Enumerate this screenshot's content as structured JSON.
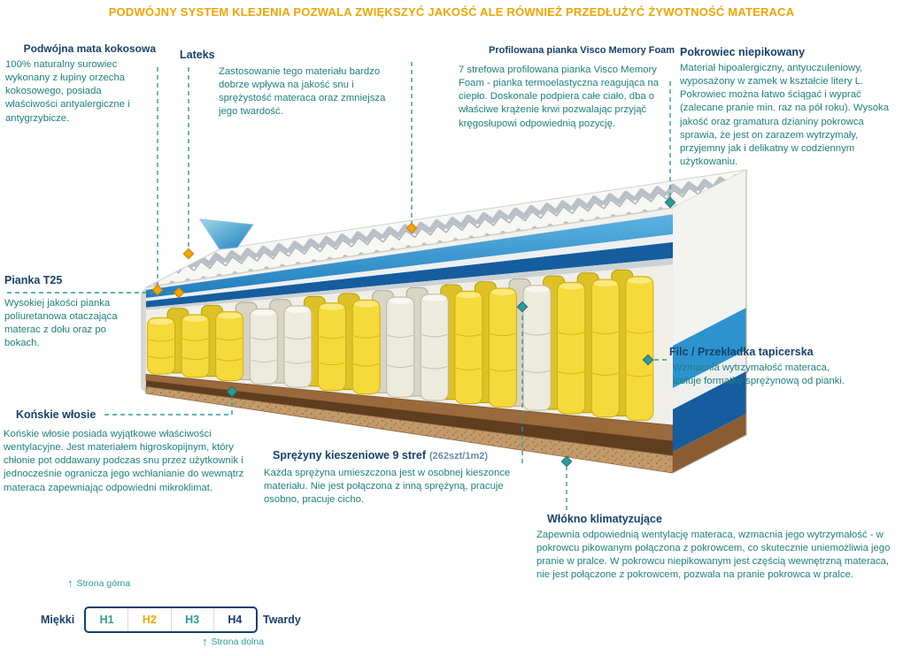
{
  "banner": {
    "text": "PODWÓJNY SYSTEM KLEJENIA POZWALA ZWIĘKSZYĆ JAKOŚĆ ALE RÓWNIEŻ PRZEDŁUŻYĆ ŻYWOTNOŚĆ MATERACA"
  },
  "labels": {
    "coconut": {
      "title": "Podwójna mata kokosowa",
      "description": "100% naturalny surowiec wykonany z łupiny orzecha kokosowego, posiada właściwości antyalergiczne i antygrzybicze."
    },
    "latex": {
      "title": "Lateks",
      "description": "Zastosowanie tego materiału bardzo dobrze wpływa na jakość snu i sprężystość materaca oraz zmniejsza jego twardość."
    },
    "visco": {
      "title": "Profilowana pianka Visco Memory Foam",
      "description": "7 strefowa profilowana pianka Visco Memory Foam - pianka termoelastyczna reagująca na ciepło. Doskonale podpiera całe ciało, dba o właściwe krążenie krwi pozwalając przyjąć kręgosłupowi odpowiednią pozycję."
    },
    "cover": {
      "title": "Pokrowiec niepikowany",
      "description": "Materiał hipoalergiczny, antyuczuleniowy, wyposażony w zamek w kształcie litery L. Pokrowiec można łatwo ściągać i wyprać (zalecane pranie min. raz na pół roku). Wysoka jakość oraz gramatura dzianiny pokrowca sprawia, że jest on zarazem wytrzymały, przyjemny jak i delikatny w codziennym użytkowaniu."
    },
    "foam_t25": {
      "title": "Pianka T25",
      "description": "Wysokiej jakości pianka poliuretanowa otaczająca materac z dołu oraz po bokach."
    },
    "horsehair": {
      "title": "Końskie włosie",
      "description": "Końskie włosie posiada wyjątkowe właściwości wentylacyjne. Jest materiałem higroskopijnym, który chłonie pot oddawany podczas snu przez użytkownik i jednocześnie ogranicza jego wchłanianie do wewnątrz materaca zapewniając odpowiedni mikroklimat."
    },
    "springs": {
      "title": "Sprężyny kieszeniowe 9 stref",
      "title_suffix": "(262szt/1m2)",
      "description": "Każda sprężyna umieszczona jest w osobnej kieszonce materiału. Nie jest połączona z inną sprężyną, pracuje osobno, pracuje cicho."
    },
    "felt": {
      "title": "Filc / Przekładka tapicerska",
      "description": "Wzmacnia wytrzymałość materaca, izoluje formatkę sprężynową od pianki."
    },
    "climate": {
      "title": "Włókno klimatyzujące",
      "description": "Zapewnia odpowiednią wentylację materaca, wzmacnia jego wytrzymałość - w pokrowcu pikowanym połączona z pokrowcem, co skutecznie uniemożliwia jego pranie w pralce. W pokrowcu niepikowanym jest częścią wewnętrzną materaca, nie jest połączone z pokrowcem, pozwala na pranie pokrowca w pralce."
    }
  },
  "hardness_scale": {
    "top_side_label": "Strona górna",
    "bottom_side_label": "Strona dolna",
    "soft_label": "Miękki",
    "hard_label": "Twardy",
    "levels": [
      {
        "label": "H1",
        "color": "#2f9a98",
        "active": false
      },
      {
        "label": "H2",
        "color": "#f0a500",
        "active": true
      },
      {
        "label": "H3",
        "color": "#2f9a98",
        "active": false
      },
      {
        "label": "H4",
        "color": "#17406b",
        "active": false
      }
    ]
  },
  "colors": {
    "banner_text": "#f0a500",
    "heading": "#17406b",
    "description": "#1f7f7d",
    "connector_line": "#2f9a98",
    "marker_primary": "#f0a500",
    "marker_secondary": "#2f9a98",
    "spring_yellow": "#f6d93a",
    "spring_white": "#edeade",
    "layer_blue_light": "#2d93cf",
    "layer_blue_dark": "#155d9e",
    "coconut_brown": "#9a6a3c"
  }
}
